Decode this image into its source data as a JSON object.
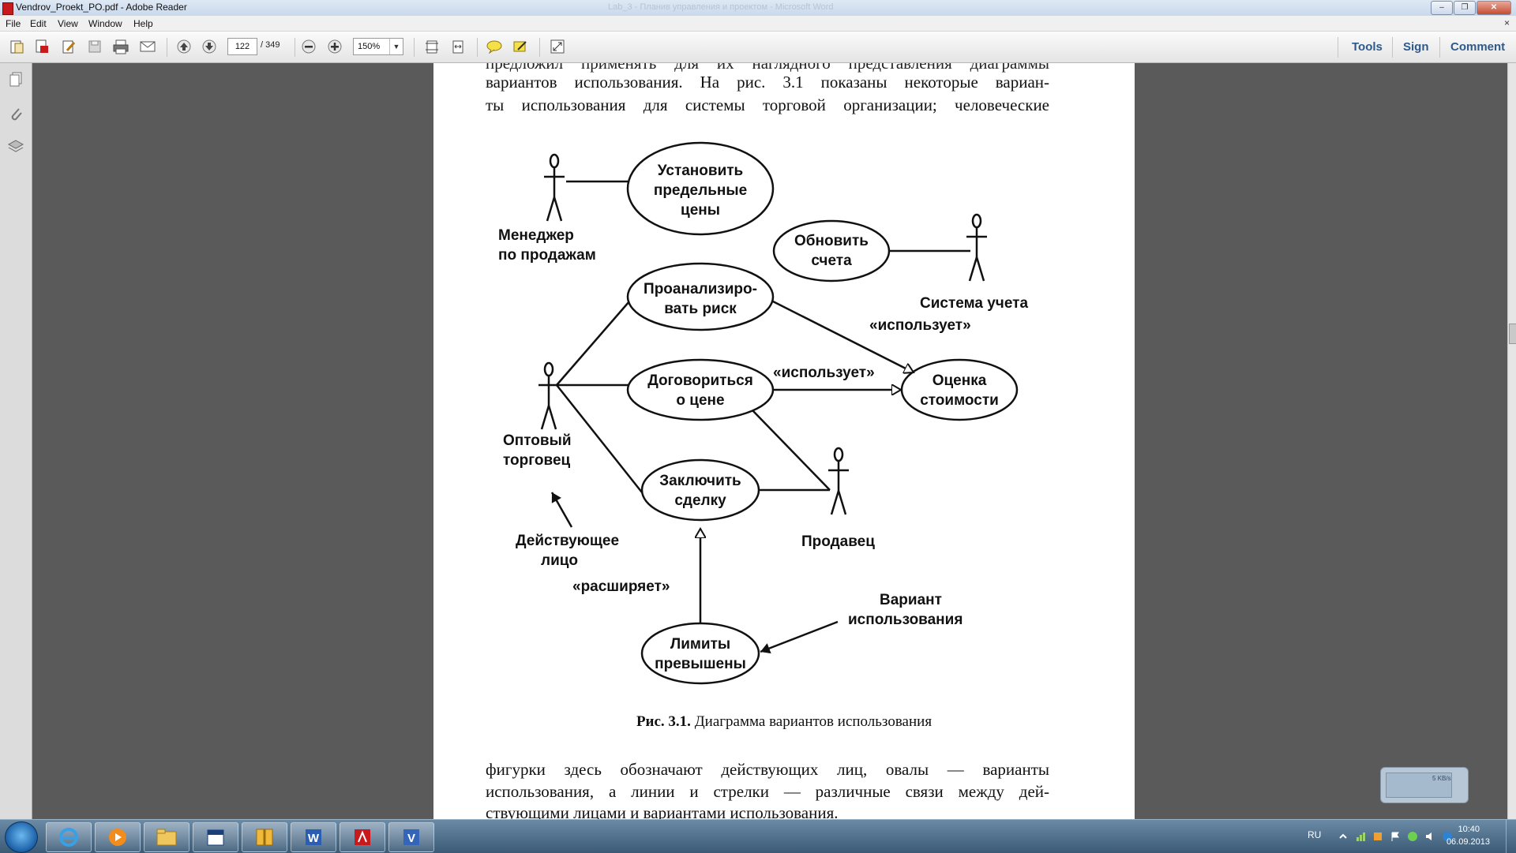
{
  "window": {
    "title": "Vendrov_Proekt_PO.pdf - Adobe Reader",
    "faded_title": "Lab_3 - Планив управления и проектом - Microsoft Word",
    "minimize": "–",
    "maximize": "❐",
    "close": "✕"
  },
  "menu": {
    "items": [
      "File",
      "Edit",
      "View",
      "Window",
      "Help"
    ],
    "close_doc": "×"
  },
  "toolbar": {
    "page_current": "122",
    "page_total": "/ 349",
    "zoom": "150%",
    "zoom_dropdown": "▼",
    "tools_label": "Tools",
    "sign_label": "Sign",
    "comment_label": "Comment"
  },
  "document": {
    "line_cut_top": "предложил применять для их наглядного представления диаграммы",
    "line1": "вариантов использования. На рис. 3.1 показаны некоторые вариан-",
    "line2": "ты использования для системы торговой организации; человеческие",
    "caption_bold": "Рис. 3.1.",
    "caption_text": " Диаграмма вариантов использования",
    "line3": "фигурки здесь обозначают действующих лиц, овалы — варианты",
    "line4": "использования, а линии и стрелки — различные связи между дей-",
    "line5": "ствующими лицами и вариантами использования."
  },
  "diagram": {
    "usecase_limits_l1": "Установить",
    "usecase_limits_l2": "предельные",
    "usecase_limits_l3": "цены",
    "usecase_update_l1": "Обновить",
    "usecase_update_l2": "счета",
    "usecase_risk_l1": "Проанализиро-",
    "usecase_risk_l2": "вать риск",
    "usecase_negotiate_l1": "Договориться",
    "usecase_negotiate_l2": "о цене",
    "usecase_valuation_l1": "Оценка",
    "usecase_valuation_l2": "стоимости",
    "usecase_deal_l1": "Заключить",
    "usecase_deal_l2": "сделку",
    "usecase_exceeded_l1": "Лимиты",
    "usecase_exceeded_l2": "превышены",
    "actor_manager_l1": "Менеджер",
    "actor_manager_l2": "по продажам",
    "actor_accounting": "Система учета",
    "actor_trader_l1": "Оптовый",
    "actor_trader_l2": "торговец",
    "actor_salesperson": "Продавец",
    "note_actor_l1": "Действующее",
    "note_actor_l2": "лицо",
    "note_usecase_l1": "Вариант",
    "note_usecase_l2": "использования",
    "stereo_uses_1": "«использует»",
    "stereo_uses_2": "«использует»",
    "stereo_extends": "«расширяет»"
  },
  "net_widget": {
    "speed": "5 KB/s"
  },
  "taskbar": {
    "language": "RU",
    "time": "10:40",
    "date": "06.09.2013"
  }
}
